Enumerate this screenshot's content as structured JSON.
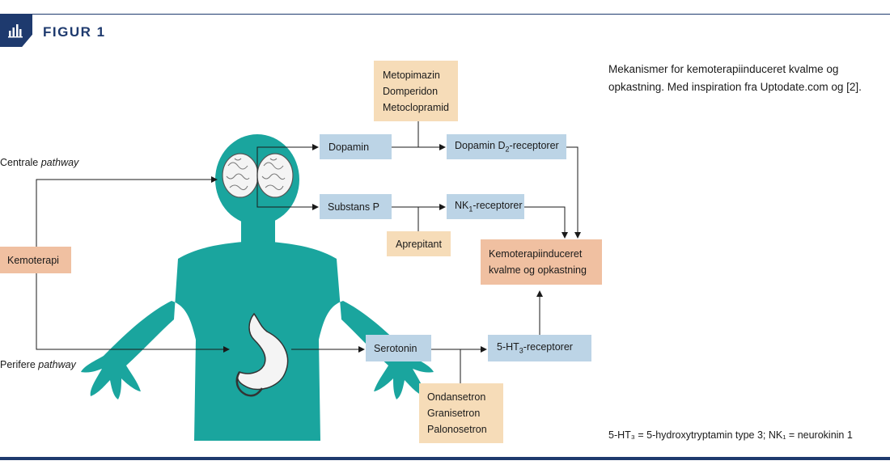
{
  "header": {
    "figure_label": "FIGUR 1",
    "icon": "bar-chart-icon"
  },
  "caption": "Mekanismer for kemoterapiinduceret kvalme og opkastning. Med inspiration fra Uptodate.com og [2].",
  "footnote": "5-HT₃ = 5-hydroxytryptamin type 3; NK₁ = neurokinin 1",
  "pathways": {
    "central_prefix": "Centrale ",
    "central_em": "pathway",
    "peripheral_prefix": "Perifere ",
    "peripheral_em": "pathway"
  },
  "nodes": {
    "kemoterapi": "Kemoterapi",
    "dopamin": "Dopamin",
    "substans_p": "Substans P",
    "serotonin": "Serotonin",
    "d2_prefix": "Dopamin D",
    "d2_sub": "2",
    "d2_suffix": "-receptorer",
    "nk1_prefix": "NK",
    "nk1_sub": "1",
    "nk1_suffix": "-receptorer",
    "ht3_prefix": "5-HT",
    "ht3_sub": "3",
    "ht3_suffix": "-receptorer",
    "outcome_line1": "Kemoterapiinduceret",
    "outcome_line2": "kvalme og opkastning"
  },
  "drugs": {
    "dopamine_antagonists": [
      "Metopimazin",
      "Domperidon",
      "Metoclopramid"
    ],
    "nk1_antagonist": "Aprepitant",
    "ht3_antagonists": [
      "Ondansetron",
      "Granisetron",
      "Palonosetron"
    ]
  },
  "colors": {
    "navy": "#1e3a6e",
    "teal": "#1aa59e",
    "receptor_blue": "#bcd4e6",
    "drug_tan": "#f6dcb8",
    "outcome_salmon": "#f0c0a1"
  }
}
